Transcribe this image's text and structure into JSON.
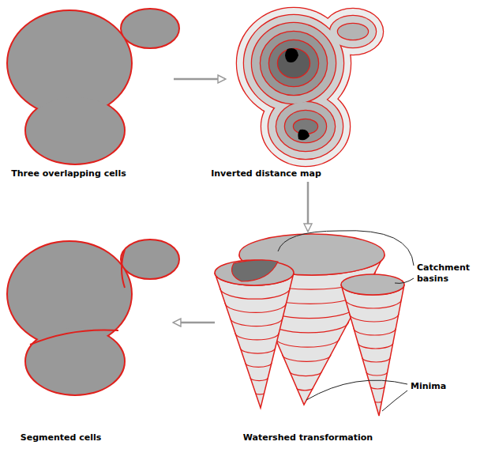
{
  "diagram": {
    "nodes": [
      {
        "text": [
          "Three overlapping cells"
        ]
      },
      {
        "text": [
          "Inverted distance map"
        ]
      },
      {
        "text": [
          "Segmented cells"
        ]
      },
      {
        "text": [
          "Watershed transformation"
        ]
      }
    ],
    "edges": [
      {
        "from": 0,
        "to": 1,
        "arrow": "to"
      },
      {
        "from": 1,
        "to": 3,
        "arrow": "to"
      },
      {
        "from": 3,
        "to": 2,
        "arrow": "to"
      }
    ],
    "labels": [
      "Catchment basins",
      "Minima"
    ]
  }
}
